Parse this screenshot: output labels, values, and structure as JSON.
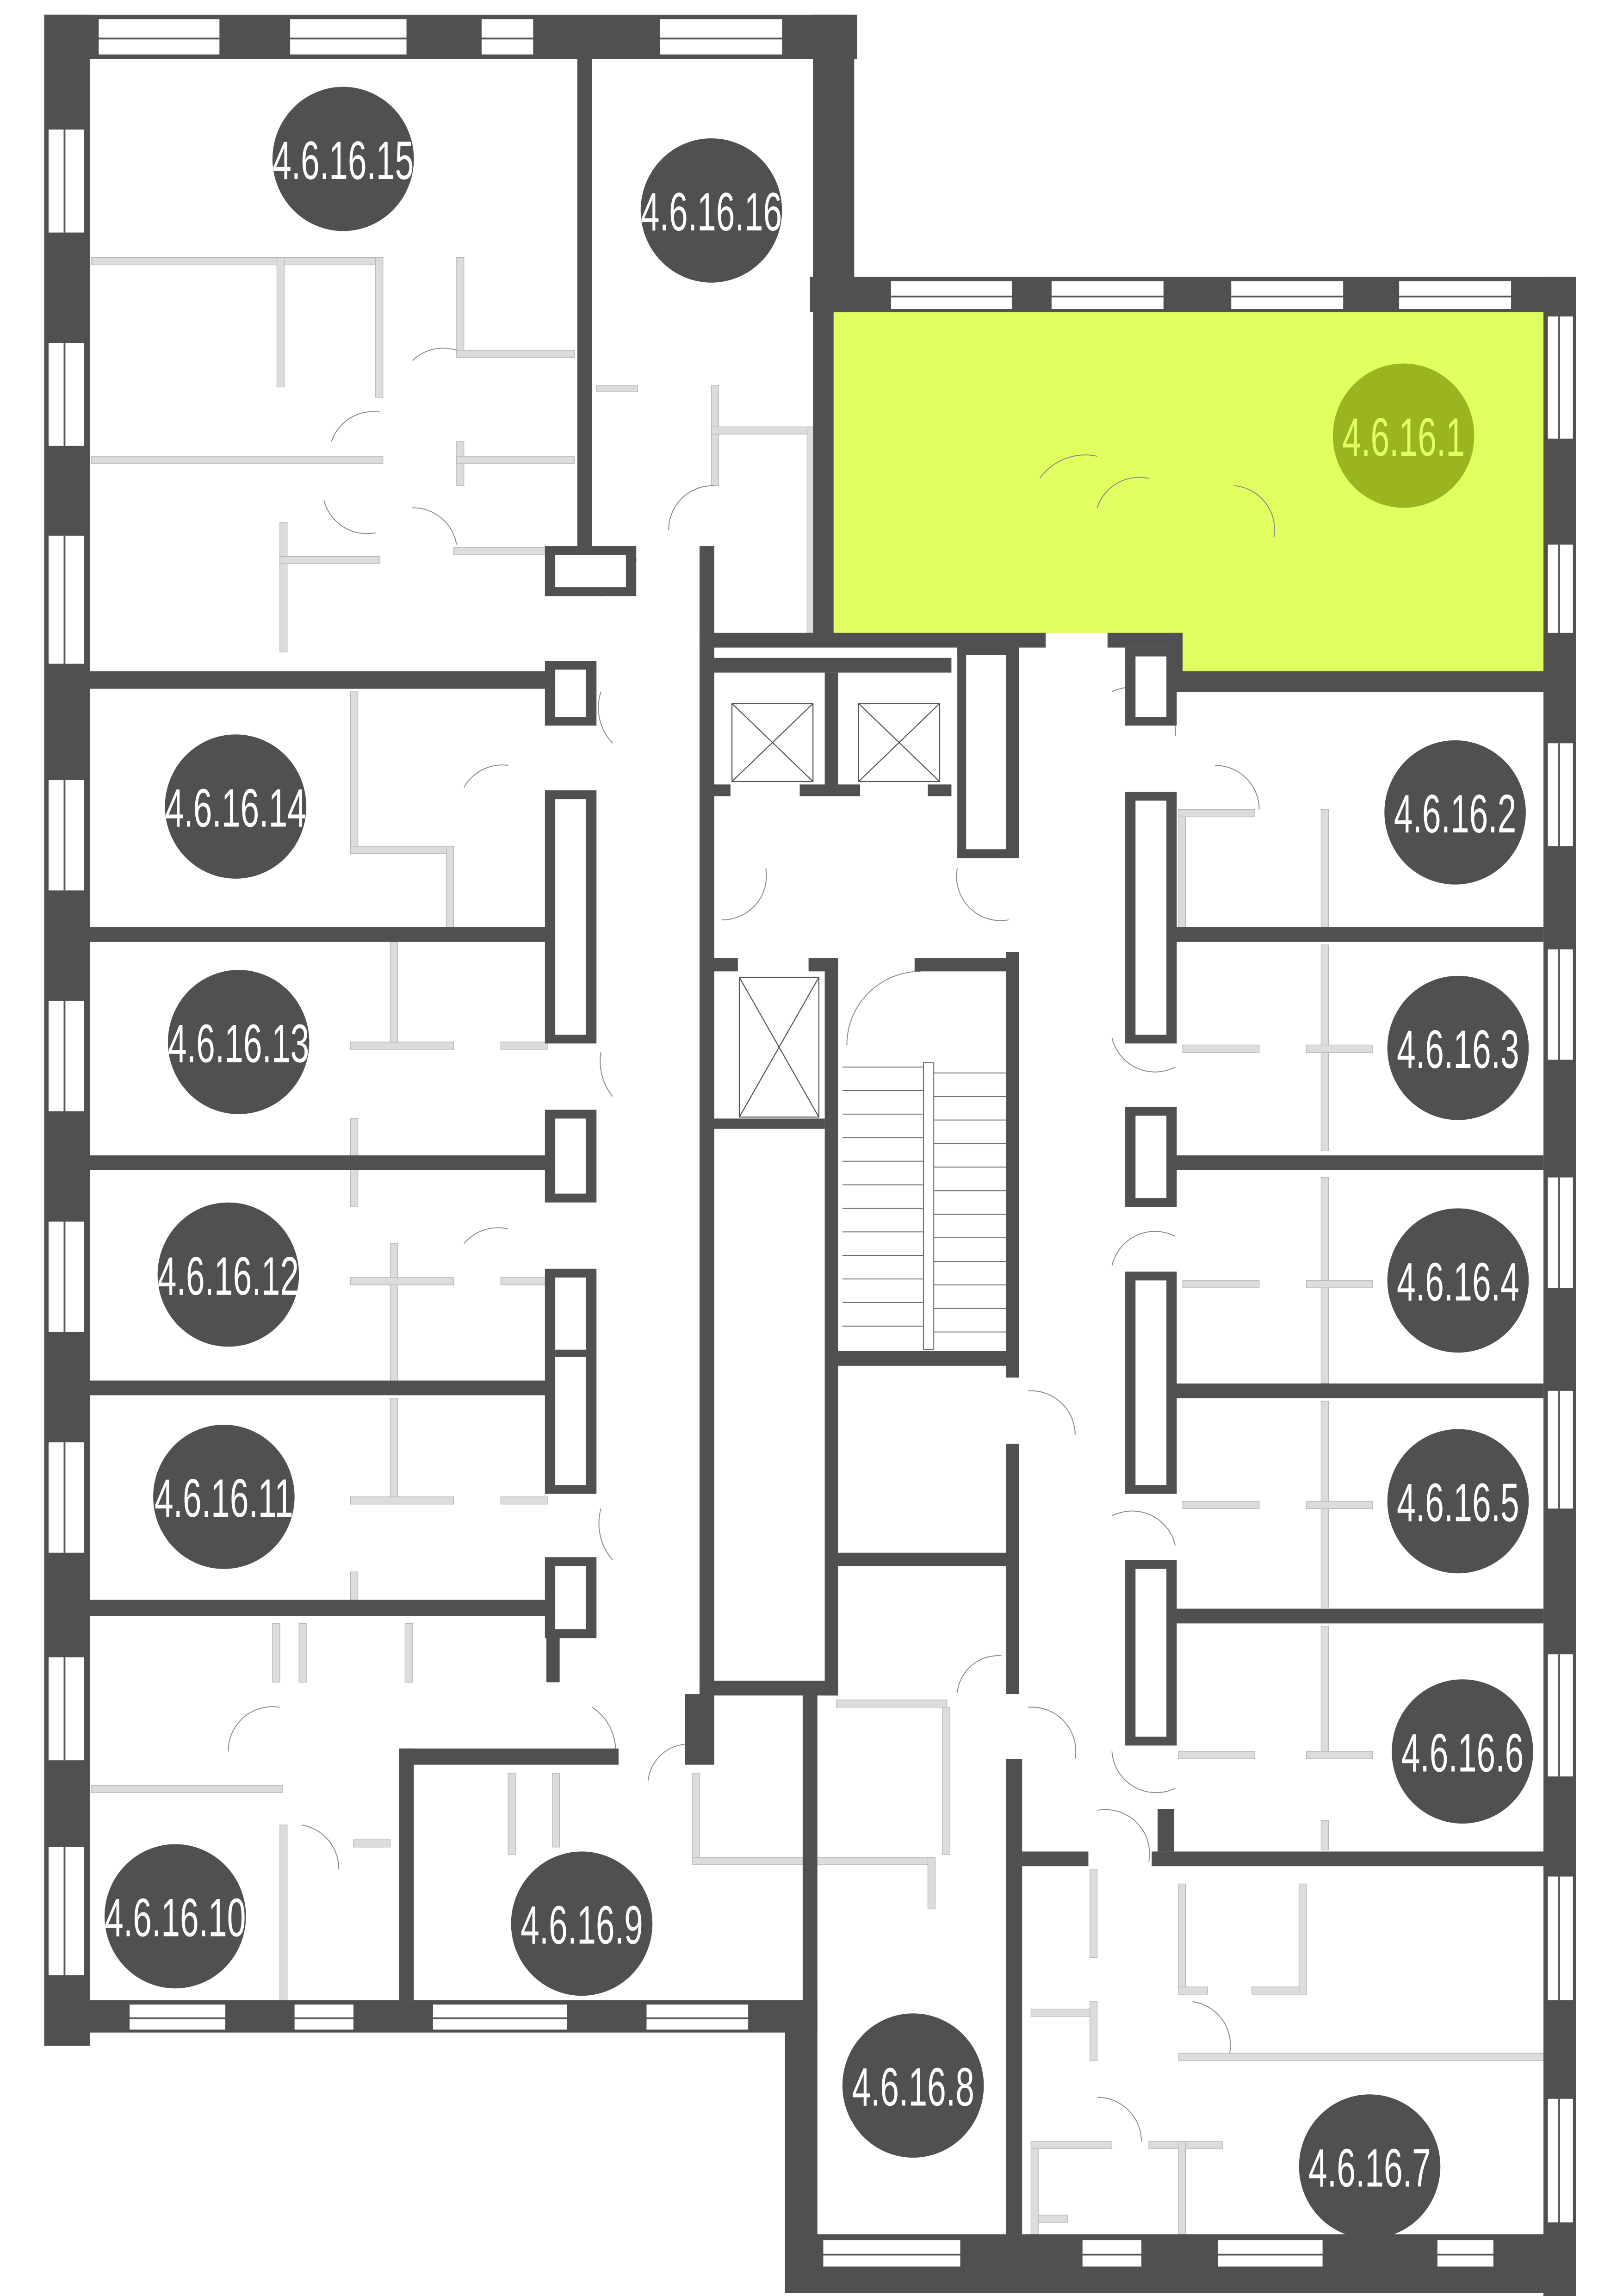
{
  "plan": {
    "highlighted_unit": "4.6.16.1",
    "colors": {
      "wall": "#505050",
      "partition": "#dcdcdc",
      "highlight_fill": "#e0ff60",
      "highlight_badge": "#9bb520",
      "highlight_badge_text": "#e2ff62",
      "badge": "#505050",
      "badge_text": "#ffffff"
    },
    "units": {
      "u1": "4.6.16.1",
      "u2": "4.6.16.2",
      "u3": "4.6.16.3",
      "u4": "4.6.16.4",
      "u5": "4.6.16.5",
      "u6": "4.6.16.6",
      "u7": "4.6.16.7",
      "u8": "4.6.16.8",
      "u9": "4.6.16.9",
      "u10": "4.6.16.10",
      "u11": "4.6.16.11",
      "u12": "4.6.16.12",
      "u13": "4.6.16.13",
      "u14": "4.6.16.14",
      "u15": "4.6.16.15",
      "u16": "4.6.16.16"
    }
  }
}
